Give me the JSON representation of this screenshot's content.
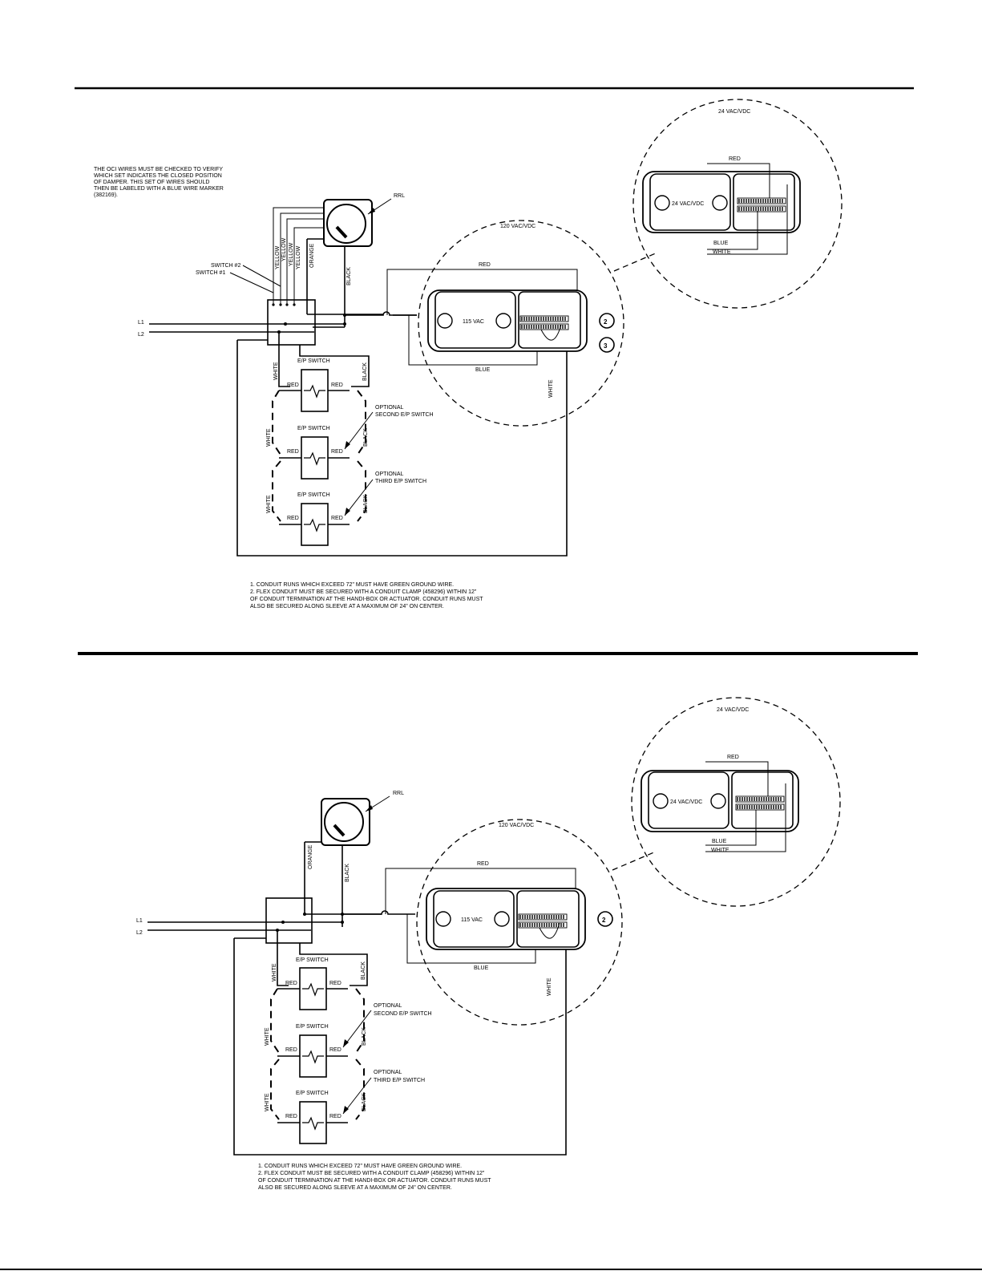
{
  "labels": {
    "vac24": "24 VAC/VDC",
    "vac120": "120 VAC/VDC",
    "vac115": "115 VAC",
    "rrl": "RRL",
    "red": "RED",
    "blue": "BLUE",
    "white": "WHITE",
    "black": "BLACK",
    "orange": "ORANGE",
    "yellow": "YELLOW",
    "ep_switch": "E/P SWITCH",
    "optional": "OPTIONAL",
    "second_ep": "SECOND E/P SWITCH",
    "third_ep": "THIRD E/P SWITCH",
    "l1": "L1",
    "l2": "L2",
    "switch1": "SWITCH #1",
    "switch2": "SWITCH #2",
    "circle2": "2",
    "circle3": "3"
  },
  "top": {
    "oci_note": [
      "THE OCI WIRES MUST BE CHECKED TO VERIFY",
      "WHICH SET INDICATES THE CLOSED POSITION",
      "OF DAMPER. THIS SET OF WIRES SHOULD",
      "THEN BE LABELED WITH A BLUE WIRE MARKER",
      "(382169)."
    ],
    "notes": [
      "1. CONDUIT RUNS WHICH EXCEED 72\" MUST HAVE GREEN GROUND WIRE.",
      "2. FLEX CONDUIT MUST BE SECURED WITH A CONDUIT CLAMP (458296) WITHIN 12\"",
      "OF CONDUIT TERMINATION AT THE HANDI-BOX OR ACTUATOR. CONDUIT RUNS MUST",
      "ALSO BE SECURED ALONG SLEEVE AT A MAXIMUM OF 24\" ON CENTER."
    ]
  },
  "bottom": {
    "notes": [
      "1. CONDUIT RUNS WHICH EXCEED 72\" MUST HAVE GREEN GROUND WIRE.",
      "2. FLEX CONDUIT MUST BE SECURED WITH A CONDUIT CLAMP (458296) WITHIN 12\"",
      "OF CONDUIT TERMINATION AT THE HANDI-BOX OR ACTUATOR. CONDUIT RUNS MUST",
      "ALSO BE SECURED ALONG SLEEVE AT A MAXIMUM OF 24\" ON CENTER."
    ]
  }
}
